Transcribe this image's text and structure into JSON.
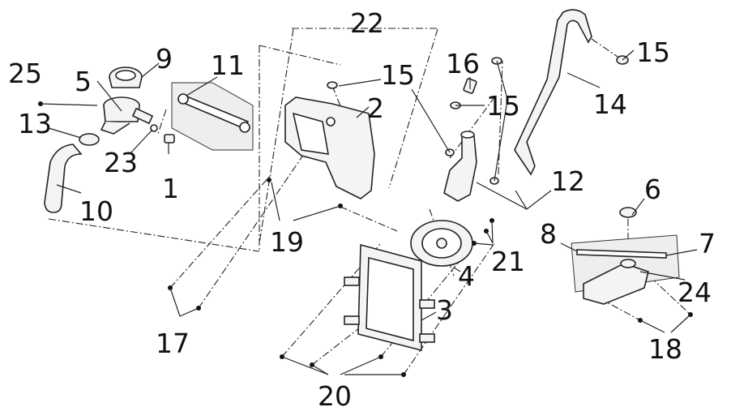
{
  "callouts": {
    "c1": "1",
    "c2": "2",
    "c3": "3",
    "c4": "4",
    "c5": "5",
    "c6": "6",
    "c7": "7",
    "c8": "8",
    "c9": "9",
    "c10": "10",
    "c11": "11",
    "c12": "12",
    "c13": "13",
    "c14": "14",
    "c15a": "15",
    "c15b": "15",
    "c15c": "15",
    "c16": "16",
    "c17": "17",
    "c18": "18",
    "c19": "19",
    "c20": "20",
    "c21": "21",
    "c22": "22",
    "c23": "23",
    "c24": "24",
    "c25": "25"
  },
  "colors": {
    "ink": "#222222",
    "panel": "#eeeeee",
    "background": "#ffffff"
  }
}
